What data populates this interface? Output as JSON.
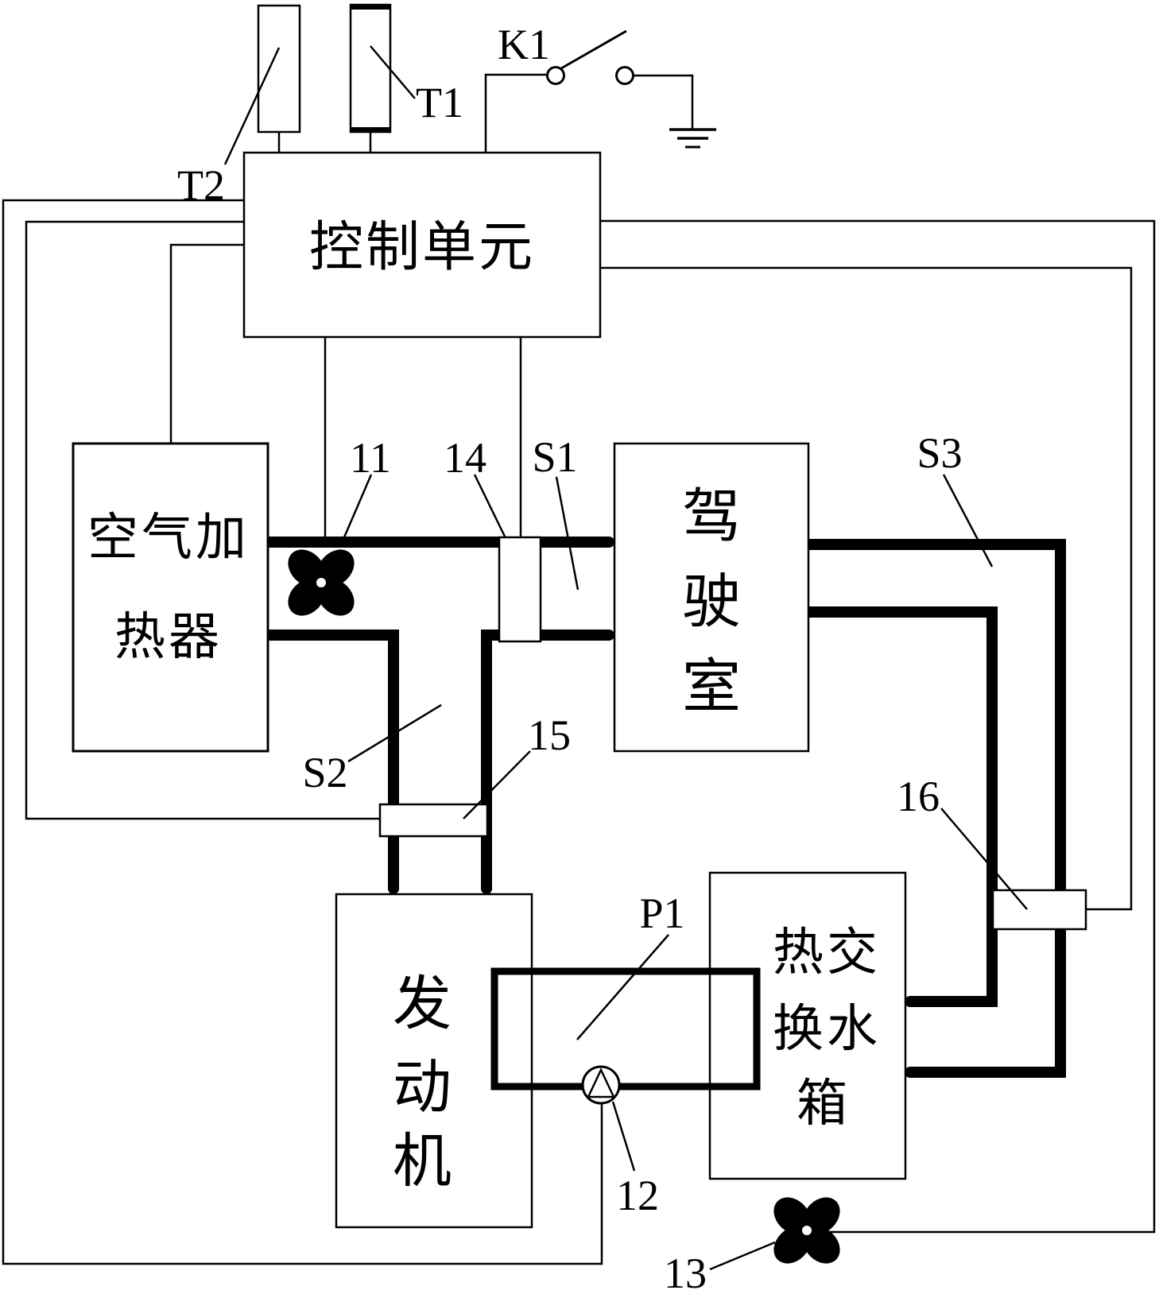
{
  "figure": {
    "background": "#ffffff",
    "ink": "#000000",
    "boxes": {
      "control_unit": {
        "label": "控制单元"
      },
      "air_heater": {
        "lines": [
          "空气加",
          "热器"
        ]
      },
      "cab": {
        "chars": [
          "驾",
          "驶",
          "室"
        ]
      },
      "engine": {
        "chars": [
          "发",
          "动",
          "机"
        ]
      },
      "tank": {
        "lines": [
          "热交",
          "换水",
          "箱"
        ]
      }
    },
    "labels": {
      "t2": "T2",
      "t1": "T1",
      "k1": "K1",
      "fan_heater": "11",
      "pump": "12",
      "fan_radiator": "13",
      "valve_heater": "14",
      "valve_engine": "15",
      "valve_tank": "16",
      "duct_s1": "S1",
      "duct_s2": "S2",
      "duct_s3": "S3",
      "pump_loop": "P1"
    }
  }
}
